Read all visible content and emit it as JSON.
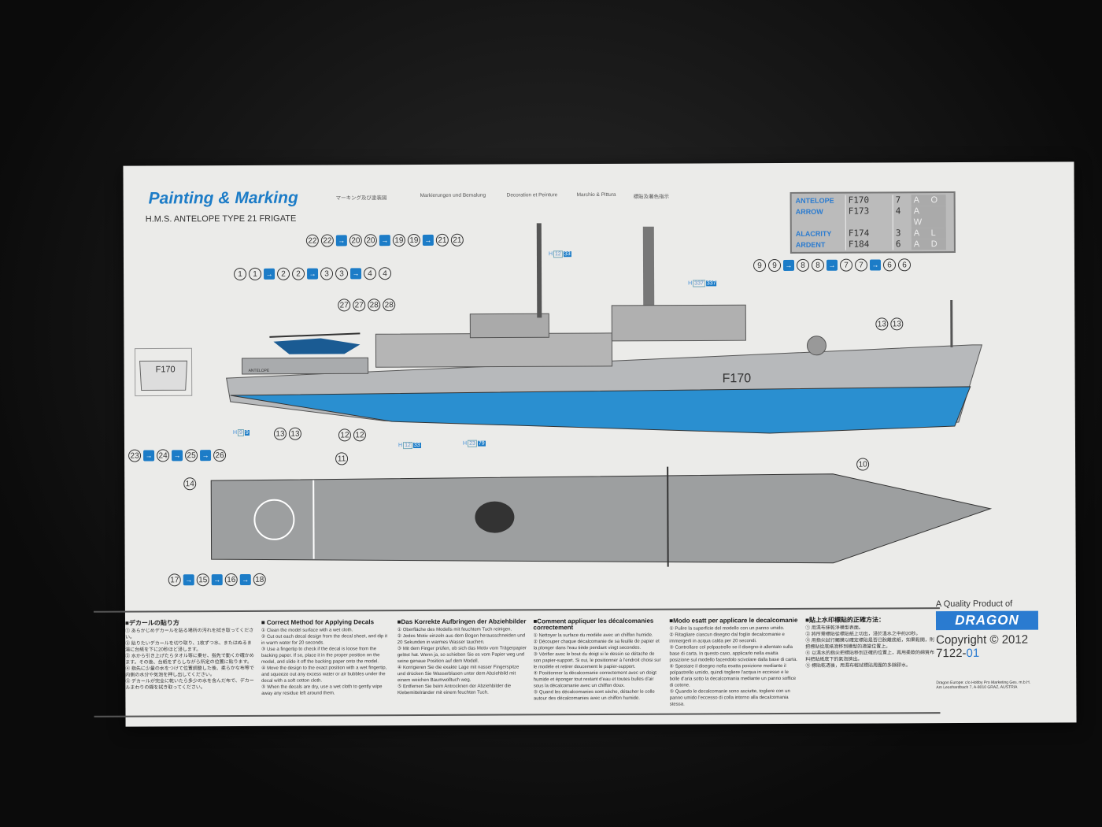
{
  "header": {
    "title": "Painting & Marking",
    "subtitle": "H.M.S. ANTELOPE TYPE 21 FRIGATE",
    "languages": [
      "マーキング及び塗装図",
      "Markierungen und Bemalung",
      "Decoration et Peinture",
      "Marchio & Pittura",
      "標貼及著色指示"
    ]
  },
  "registry": [
    {
      "name": "ANTELOPE",
      "pennant": "F170",
      "num": "7",
      "letters": "A O"
    },
    {
      "name": "ARROW",
      "pennant": "F173",
      "num": "4",
      "letters": "A W"
    },
    {
      "name": "ALACRITY",
      "pennant": "F174",
      "num": "3",
      "letters": "A L"
    },
    {
      "name": "ARDENT",
      "pennant": "F184",
      "num": "6",
      "letters": "A D"
    }
  ],
  "hull_marking": "F170",
  "stern_marking": "F170",
  "flight_deck_name": "ANTELOPE",
  "callouts": [
    {
      "items": [
        "22",
        "22",
        "→",
        "20",
        "20",
        "→",
        "19",
        "19",
        "→",
        "21",
        "21"
      ]
    },
    {
      "items": [
        "1",
        "1",
        "→",
        "2",
        "2",
        "→",
        "3",
        "3",
        "→",
        "4",
        "4"
      ]
    },
    {
      "items": [
        "27",
        "27",
        "28",
        "28"
      ]
    },
    {
      "items": [
        "9",
        "9",
        "→",
        "8",
        "8",
        "→",
        "7",
        "7",
        "→",
        "6",
        "6"
      ]
    },
    {
      "items": [
        "13",
        "13"
      ]
    },
    {
      "items": [
        "13",
        "13"
      ]
    },
    {
      "items": [
        "12",
        "12"
      ]
    },
    {
      "items": [
        "23",
        "→",
        "24",
        "→",
        "25",
        "→",
        "26"
      ]
    },
    {
      "items": [
        "11"
      ]
    },
    {
      "items": [
        "10"
      ]
    },
    {
      "items": [
        "14"
      ]
    },
    {
      "items": [
        "17",
        "→",
        "15",
        "→",
        "16",
        "→",
        "18"
      ]
    }
  ],
  "color_codes": [
    {
      "h": "H",
      "a": "12",
      "b": "33"
    },
    {
      "h": "H",
      "a": "337",
      "b": "337"
    },
    {
      "h": "H",
      "a": "9",
      "b": "9"
    },
    {
      "h": "H",
      "a": "12",
      "b": "33"
    },
    {
      "h": "H",
      "a": "23",
      "b": "79"
    }
  ],
  "instructions": [
    {
      "heading": "■デカールの貼り方",
      "lines": [
        "① あらかじめデカールを貼る場所の汚れを拭き取ってください。",
        "② 貼りたいデカールを切り取り、1枚ずつ水、またはぬるま湯に台紙を下に20秒ほど浸します。",
        "③ 水から引き上げたらタオル等に乗せ、指先で動くか確かめます。その後、台紙をずらしながら所定の位置に貼ります。",
        "④ 指先に少量の水をつけて位置調整した後、柔らかな布等で内側の水分や気泡を押し出してください。",
        "⑤ デカールが完全に乾いたら多少の水を含んだ布で、デカールまわりの糊を拭き取ってください。"
      ]
    },
    {
      "heading": "■ Correct Method for Applying Decals",
      "lines": [
        "① Clean the model surface with a wet cloth.",
        "② Cut out each decal design from the decal sheet, and dip it in warm water for 20 seconds.",
        "③ Use a fingertip to check if the decal is loose from the backing paper. If so, place it in the proper position on the model, and slide it off the backing paper onto the model.",
        "④ Move the design to the exact position with a wet fingertip, and squeeze out any excess water or air bubbles under the decal with a soft cotton cloth.",
        "⑤ When the decals are dry, use a wet cloth to gently wipe away any residue left around them."
      ]
    },
    {
      "heading": "■Das Korrekte Aufbringen der Abziehbilder",
      "lines": [
        "① Oberfläche des Modells mit feuchtem Tuch reinigen.",
        "② Jedes Motiv einzeln aus dem Bogen herausschneiden und 20 Sekunden in warmes Wasser tauchen.",
        "③ Mit dem Finger prüfen, ob sich das Motiv vom Trägerpapier gelöst hat. Wenn ja, so schieben Sie es vom Papier weg und seine genaue Position auf dem Modell.",
        "④ Korrigieren Sie die exakte Lage mit nasser Fingerspitze und drücken Sie Wasserblasen unter dem Abziehbild mit einem weichen Baumwolltuch weg.",
        "⑤ Entfernen Sie beim Antrocknen der Abziehbilder die Klebemittelränder mit einem feuchten Tuch."
      ]
    },
    {
      "heading": "■Comment appliquer les décalcomanies correctement",
      "lines": [
        "① Nettoyer la surface du modèle avec un chiffon humide.",
        "② Découper chaque décalcomanie de sa feuille de papier et la plonger dans l'eau tiède pendant vingt secondes.",
        "③ Vérifier avec le bout du doigt si le dessin se détache de son papier-support. Si oui, le positionner à l'endroit choisi sur le modèle et retirer doucement le papier-support.",
        "④ Positionner la décalcomanie correctement avec un doigt humide et éponger tout restant d'eau et toutes bulles d'air sous la décalcomanie avec un chiffon doux.",
        "⑤ Quand les décalcomanies sont sèche, détacher le colle autour des décalcomanies avec un chiffon humide."
      ]
    },
    {
      "heading": "■Modo esatt per applicare le decalcomanie",
      "lines": [
        "① Pulire la superficie del modello con un panno umido.",
        "② Ritagliare ciascun disegno dal foglio decalcomanie e immergerli in acqua calda per 20 secondi.",
        "③ Controllare col polpastrello se il disegno è allentato sulla base di carta. In questo caso, applicarlo nella esatta posizione sul modello facendolo scivolare dalla base di carta.",
        "④ Spostare il disegno nella esatta posizione mediante il polpastrello umido, quindi togliere l'acqua in eccesso e le bolle d'aria sotto la decalcomania mediante un panno soffice di cotone.",
        "⑤ Quando le decalcomanie sono asciutte, togliere con un panno umido l'eccesso di colla intorno alla decalcomania stessa."
      ]
    },
    {
      "heading": "■貼上水印標貼的正確方法：",
      "lines": [
        "① 用濕布抹乾淨模型表面。",
        "② 將所需標貼從標貼紙上切出，浸於溫水之中約20秒。",
        "③ 用指尖試行觸摸以確定標貼是否已脫離底紙，如果鬆開，則把標貼從底紙滑移到模型的適當位置上。",
        "④ 以濕水的指尖把標貼移到正確的位置上，再用柔軟的綿質布料把貼紙底下的氣泡擠出。",
        "⑤ 標貼乾透後，用濕布輕拭標貼周圍的多餘膠水。"
      ]
    }
  ],
  "brand": {
    "tagline": "A Quality Product of",
    "logo": "DRAGON",
    "copyright": "Copyright © 2012",
    "code_prefix": "7122-",
    "code_suffix": "01",
    "europe_line1": "Dragon Europe: c/o Hobby Pro Marketing Ges. m.b.H.",
    "europe_line2": "Am Leonhardbach 7, A-8010 GRAZ, AUSTRIA"
  },
  "colors": {
    "accent": "#1c7cc7",
    "hull_blue": "#2a8fd0",
    "hull_grey": "#b7b9bb",
    "paper": "#ebebe9"
  }
}
